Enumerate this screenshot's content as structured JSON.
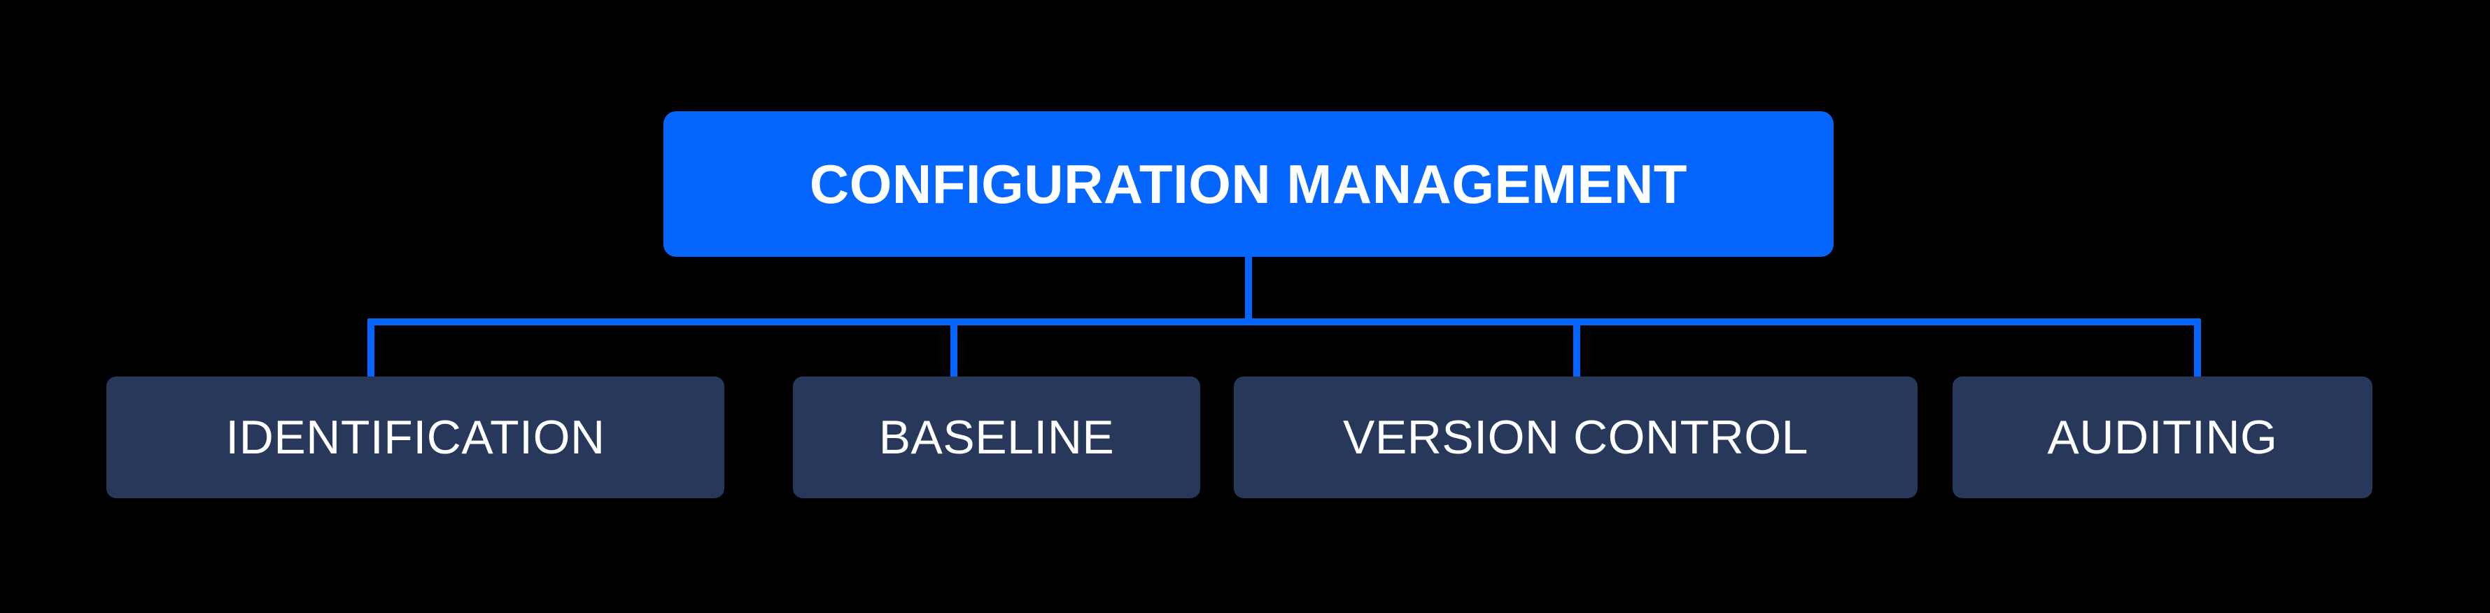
{
  "diagram": {
    "type": "hierarchy-tree",
    "background_color": "#000000",
    "accent_color": "#0566ff",
    "node_color": "#27385a",
    "text_color": "#ffffff",
    "root": {
      "label": "CONFIGURATION MANAGEMENT"
    },
    "children": [
      {
        "label": "IDENTIFICATION"
      },
      {
        "label": "BASELINE"
      },
      {
        "label": "VERSION CONTROL"
      },
      {
        "label": "AUDITING"
      }
    ]
  }
}
